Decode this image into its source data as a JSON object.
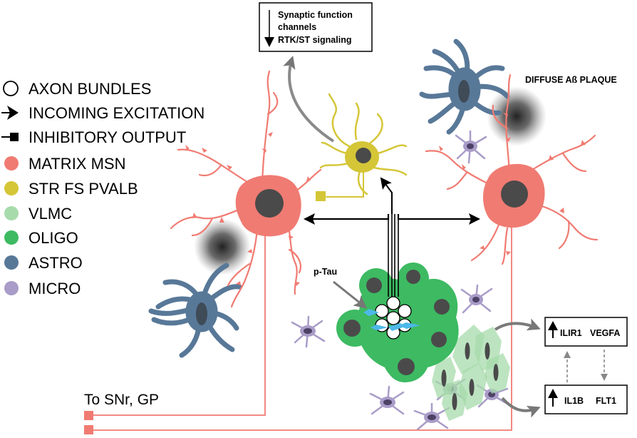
{
  "legend": [
    {
      "label": "AXON BUNDLES",
      "symbol": "circle"
    },
    {
      "label": "INCOMING EXCITATION",
      "symbol": "arrow"
    },
    {
      "label": "INHIBITORY OUTPUT",
      "symbol": "square-line"
    },
    {
      "label": "MATRIX MSN",
      "symbol": "dot",
      "color": "#f07b72"
    },
    {
      "label": "STR FS PVALB",
      "symbol": "dot",
      "color": "#d4c637"
    },
    {
      "label": "VLMC",
      "symbol": "dot",
      "color": "#a7dbab"
    },
    {
      "label": "OLIGO",
      "symbol": "dot",
      "color": "#3dba62"
    },
    {
      "label": "ASTRO",
      "symbol": "dot",
      "color": "#587898"
    },
    {
      "label": "MICRO",
      "symbol": "dot",
      "color": "#a99cc8"
    }
  ],
  "top_box": {
    "line1": "Synaptic function",
    "line2": "channels",
    "line3": "RTK/ST signaling"
  },
  "plaque_label": "DIFFUSE Aß PLAQUE",
  "ptau_label": "p-Tau",
  "output_label": "To SNr, GP",
  "box_upper": {
    "a": "ILIR1",
    "b": "VEGFA"
  },
  "box_lower": {
    "a": "IL1B",
    "b": "FLT1"
  },
  "colors": {
    "msn": "#f07b72",
    "msn_nucleus": "#4a4a4a",
    "pvalb": "#d4c637",
    "vlmc": "#a7dbab",
    "oligo": "#3dba62",
    "astro": "#587898",
    "micro": "#a99cc8",
    "arrow_gray": "#777777"
  }
}
